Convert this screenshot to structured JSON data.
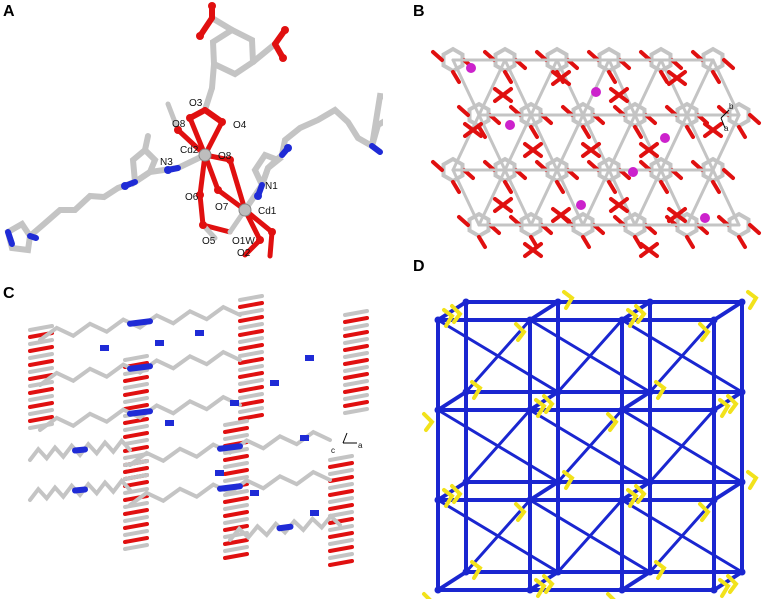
{
  "panels": {
    "a": {
      "label": "A",
      "atom_labels": [
        "O3",
        "O4",
        "O8",
        "Cd2",
        "N3",
        "O8",
        "O6",
        "O7",
        "N1",
        "Cd1",
        "O5",
        "O1W",
        "O2"
      ]
    },
    "b": {
      "label": "B",
      "axes": [
        "b",
        "a"
      ]
    },
    "c": {
      "label": "C",
      "axes": [
        "c",
        "a"
      ]
    },
    "d": {
      "label": "D"
    }
  },
  "colors": {
    "carbon": "#c4c4c4",
    "oxygen": "#e01010",
    "nitrogen": "#1f2bd6",
    "cadmium": "#bdbdbd",
    "metal_node": "#cc22cc",
    "net_edge": "#1a26d0",
    "net_link": "#f2e21b",
    "label": "#000000"
  }
}
